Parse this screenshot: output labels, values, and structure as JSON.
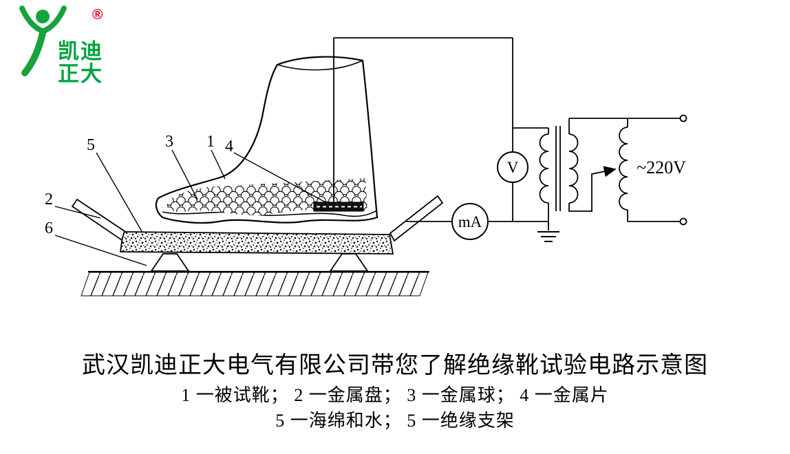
{
  "logo": {
    "name_line1": "凯迪",
    "name_line2": "正大",
    "registered_mark": "®"
  },
  "diagram": {
    "callout_1": "1",
    "callout_2": "2",
    "callout_3": "3",
    "callout_4": "4",
    "callout_5": "5",
    "callout_6": "6",
    "voltmeter_label": "V",
    "ammeter_label": "mA",
    "supply_voltage_label": "~220V"
  },
  "caption": {
    "title": "武汉凯迪正大电气有限公司带您了解绝缘靴试验电路示意图",
    "legend_line1": "1 一被试靴； 2 一金属盘； 3 一金属球； 4 一金属片",
    "legend_line2": "5 一海绵和水； 5 一绝缘支架"
  }
}
